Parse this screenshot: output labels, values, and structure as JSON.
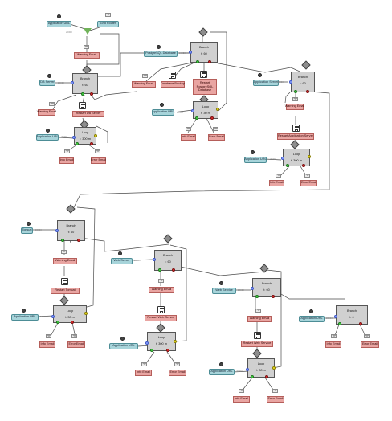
{
  "nodes": [
    {
      "id": "app_url_top",
      "label": "Application URL"
    },
    {
      "id": "grid_router",
      "label": "Grid Router"
    },
    {
      "id": "warn_top",
      "label": "Warning Email"
    },
    {
      "id": "db_server",
      "label": "DB Server"
    },
    {
      "id": "branch_1",
      "label": "Branch",
      "value": "t: 60"
    },
    {
      "id": "warn_1",
      "label": "Warning Email"
    },
    {
      "id": "restart_db",
      "label": "Restart DB Server"
    },
    {
      "id": "app_url_1",
      "label": "Application URL"
    },
    {
      "id": "loop_1",
      "label": "Loop",
      "value": "t: 300 m"
    },
    {
      "id": "info_1",
      "label": "Info Email"
    },
    {
      "id": "err_1",
      "label": "Error Email"
    },
    {
      "id": "postgres_db",
      "label": "PostgreSQL Database"
    },
    {
      "id": "branch_2",
      "label": "Branch",
      "value": "t: 60"
    },
    {
      "id": "warn_2",
      "label": "Warning Email"
    },
    {
      "id": "db_backup",
      "label": "Database Backup"
    },
    {
      "id": "restart_pg",
      "label": "Restart PostgreSQL Database"
    },
    {
      "id": "app_url_2",
      "label": "Application URL"
    },
    {
      "id": "loop_2",
      "label": "Loop",
      "value": "t: 30 m"
    },
    {
      "id": "info_2",
      "label": "Info Email"
    },
    {
      "id": "err_2",
      "label": "Error Email"
    },
    {
      "id": "app_server",
      "label": "Application Server"
    },
    {
      "id": "branch_3",
      "label": "Branch",
      "value": "t: 60"
    },
    {
      "id": "warn_3",
      "label": "Warning Email"
    },
    {
      "id": "restart_app",
      "label": "Restart Application Server"
    },
    {
      "id": "app_url_3",
      "label": "Application URL"
    },
    {
      "id": "loop_3",
      "label": "Loop",
      "value": "t: 300 m"
    },
    {
      "id": "info_3",
      "label": "Info Email"
    },
    {
      "id": "err_3",
      "label": "Error Email"
    },
    {
      "id": "tomcat",
      "label": "Tomcat"
    },
    {
      "id": "branch_4",
      "label": "Branch",
      "value": "t: 60"
    },
    {
      "id": "warn_4",
      "label": "Warning Email"
    },
    {
      "id": "restart_tomcat",
      "label": "Restart Tomcat"
    },
    {
      "id": "app_url_4",
      "label": "Application URL"
    },
    {
      "id": "loop_4",
      "label": "Loop",
      "value": "t: 30 m"
    },
    {
      "id": "info_4",
      "label": "Info Email"
    },
    {
      "id": "err_4",
      "label": "Error Email"
    },
    {
      "id": "web_server_a",
      "label": "Web Server"
    },
    {
      "id": "branch_5",
      "label": "Branch",
      "value": "t: 60"
    },
    {
      "id": "warn_5",
      "label": "Warning Email"
    },
    {
      "id": "restart_web_a",
      "label": "Restart Web Server"
    },
    {
      "id": "app_url_5",
      "label": "Application URL"
    },
    {
      "id": "loop_5",
      "label": "Loop",
      "value": "t: 300 m"
    },
    {
      "id": "info_5",
      "label": "Info Email"
    },
    {
      "id": "err_5",
      "label": "Error Email"
    },
    {
      "id": "web_service",
      "label": "Web Service"
    },
    {
      "id": "branch_6",
      "label": "Branch",
      "value": "t: 60"
    },
    {
      "id": "warn_6",
      "label": "Warning Email"
    },
    {
      "id": "restart_web_b",
      "label": "Restart Web Service"
    },
    {
      "id": "app_url_6",
      "label": "Application URL"
    },
    {
      "id": "loop_6",
      "label": "Loop",
      "value": "t: 30 m"
    },
    {
      "id": "info_6",
      "label": "Info Email"
    },
    {
      "id": "err_6",
      "label": "Error Email"
    },
    {
      "id": "app_url_7",
      "label": "Application URL"
    },
    {
      "id": "branch_7",
      "label": "Branch",
      "value": "t: 0"
    },
    {
      "id": "info_7",
      "label": "Info Email"
    },
    {
      "id": "err_7",
      "label": "Error Email"
    }
  ]
}
